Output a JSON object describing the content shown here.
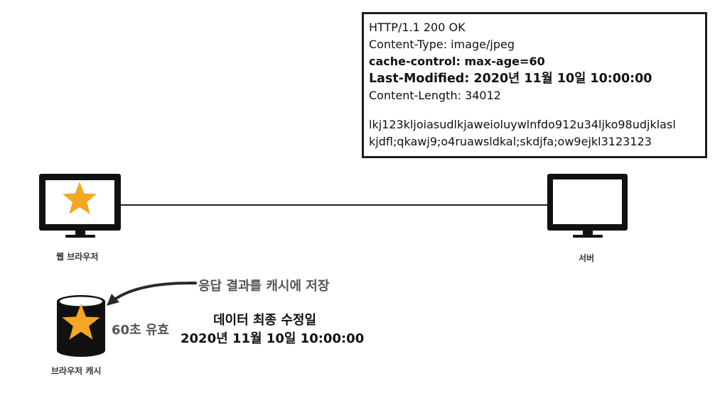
{
  "http_response": {
    "lines": [
      "HTTP/1.1 200 OK",
      "Content-Type: image/jpeg",
      "cache-control: max-age=60",
      "Last-Modified: 2020년 11월 10일 10:00:00",
      "Content-Length: 34012",
      "lkj123kljoiasudlkjaweioluywlnfdo912u34ljko98udjklasl",
      "kjdfl;qkawj9;o4ruawsldkal;skdjfa;ow9ejkl3123123"
    ]
  },
  "browser": {
    "label": "웹 브라우저"
  },
  "server": {
    "label": "서버"
  },
  "cache": {
    "label": "브라우저 캐시",
    "validity": "60초 유효"
  },
  "arrow_label": "응답 결과를 캐시에 저장",
  "last_modified_note": {
    "title": "데이터 최종 수정일",
    "value": "2020년 11월 10일 10:00:00"
  },
  "colors": {
    "star": "#f5a623",
    "device": "#111111",
    "note_gray": "#555555"
  }
}
